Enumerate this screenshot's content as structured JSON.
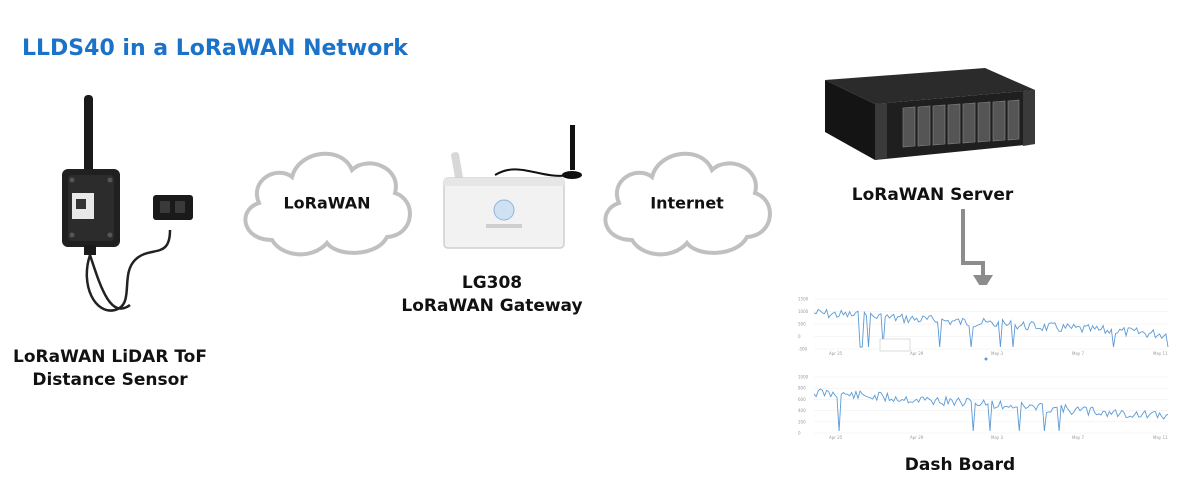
{
  "title": "LLDS40 in a LoRaWAN Network",
  "nodes": {
    "sensor": {
      "label_line1": "LoRaWAN LiDAR ToF",
      "label_line2": "Distance Sensor"
    },
    "lorawan_cloud": {
      "label": "LoRaWAN"
    },
    "gateway": {
      "label_line1": "LG308",
      "label_line2": "LoRaWAN Gateway"
    },
    "internet_cloud": {
      "label": "Internet"
    },
    "server": {
      "label": "LoRaWAN Server"
    },
    "dashboard": {
      "label": "Dash Board"
    }
  },
  "colors": {
    "title": "#1a73c8",
    "cloud_fill": "#ffffff",
    "cloud_stroke": "#bfbfbf",
    "arrow": "#8c8c8c",
    "chart_line": "#5b9bd5",
    "server_body": "#1f1f1f"
  },
  "dashboard_charts": {
    "chart1": {
      "x_ticks": [
        "Apr 25",
        "Apr 29",
        "May 3",
        "May 7",
        "May 11"
      ],
      "y_ticks": [
        "1500",
        "1000",
        "500",
        "0",
        "-500"
      ]
    },
    "chart2": {
      "x_ticks": [
        "Apr 25",
        "Apr 29",
        "May 3",
        "May 7",
        "May 11"
      ],
      "y_ticks": [
        "1000",
        "800",
        "600",
        "400",
        "200",
        "0"
      ]
    }
  }
}
